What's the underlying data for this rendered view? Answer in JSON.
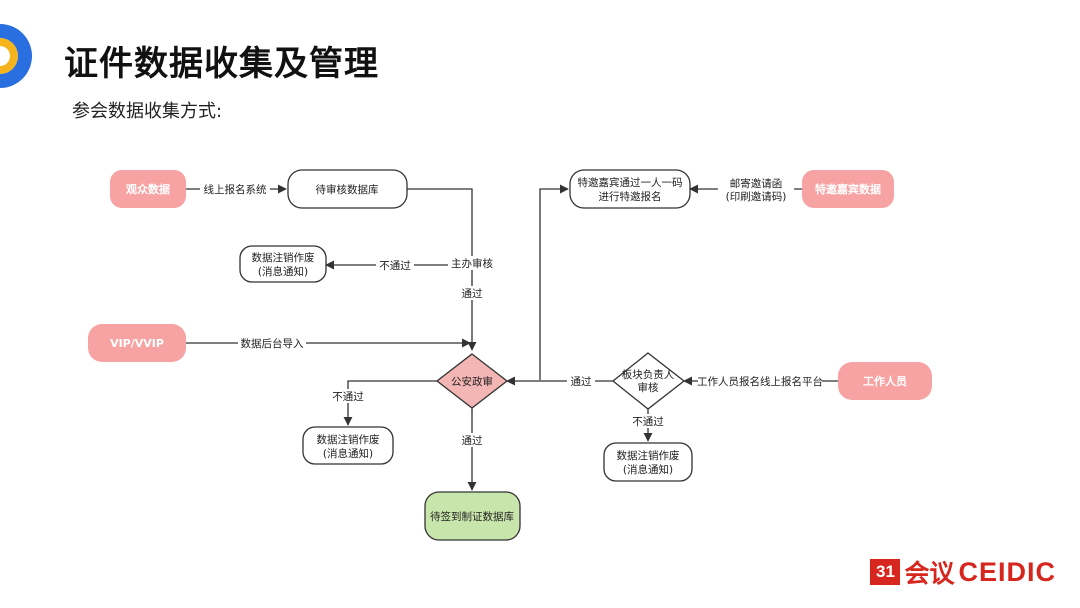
{
  "title": "证件数据收集及管理",
  "subtitle": "参会数据收集方式:",
  "nodes": {
    "audience": "观众数据",
    "pending_db": "待审核数据库",
    "invite_line1": "特邀嘉宾通过一人一码",
    "invite_line2": "进行特邀报名",
    "vip_data": "特邀嘉宾数据",
    "void1_line1": "数据注销作废",
    "void1_line2": "(消息通知)",
    "vip": "VIP/VVIP",
    "security": "公安政审",
    "module_line1": "板块负责人",
    "module_line2": "审核",
    "staff": "工作人员",
    "void2_line1": "数据注销作废",
    "void2_line2": "(消息通知)",
    "void3_line1": "数据注销作废",
    "void3_line2": "(消息通知)",
    "final_db": "待签到制证数据库"
  },
  "edges": {
    "online_reg": "线上报名系统",
    "mail_line1": "邮寄邀请函",
    "mail_line2": "(印刷邀请码)",
    "host_review": "主办审核",
    "reject1": "不通过",
    "pass1": "通过",
    "backend_import": "数据后台导入",
    "reject2": "不通过",
    "pass2": "通过",
    "pass3": "通过",
    "staff_reg": "工作人员报名线上报名平台",
    "reject3": "不通过"
  },
  "brand": {
    "mark": "31",
    "cn": "会议",
    "en": "CEIDIC"
  },
  "colors": {
    "pink": "#f7a3a3",
    "diamond_pink": "#f4b6b4",
    "green": "#c8e6ab",
    "brand_red": "#d7261e"
  }
}
